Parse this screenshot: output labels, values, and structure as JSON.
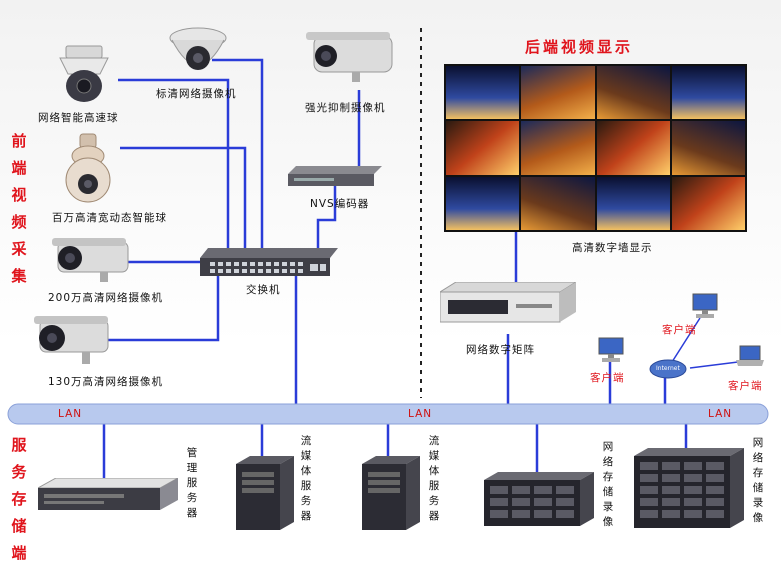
{
  "sections": {
    "front_end": "前端视频采集",
    "back_end": "后端视频显示",
    "service": "服务存储端"
  },
  "devices": {
    "speed_dome": "网络智能高速球",
    "sd_camera": "标清网络摄像机",
    "glare_camera": "强光抑制摄像机",
    "mp_wdr_dome": "百万高清宽动态智能球",
    "nvs_encoder": "NVS编码器",
    "camera_2mp": "200万高清网络摄像机",
    "switch": "交换机",
    "camera_1_3mp": "130万高清网络摄像机",
    "video_wall": "高清数字墙显示",
    "digital_matrix": "网络数字矩阵",
    "client_1": "客户端",
    "client_2": "客户端",
    "client_3": "客户端",
    "internet": "Internet",
    "mgmt_server": "管理服务器",
    "stream_server_1": "流媒体服务器",
    "stream_server_2": "流媒体服务器",
    "nvr_1": "网络存储录像",
    "nvr_2": "网络存储录像"
  },
  "lan": {
    "label_1": "LAN",
    "label_2": "LAN",
    "label_3": "LAN"
  },
  "colors": {
    "wire": "#2a3cd8",
    "accent_red": "#e0141c",
    "lan_bar": "#b8c9ee"
  }
}
